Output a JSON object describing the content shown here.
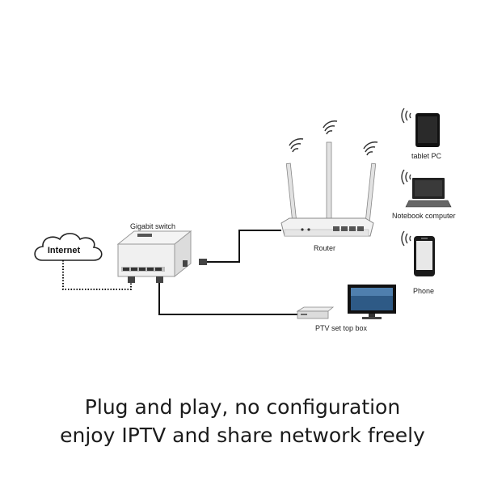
{
  "labels": {
    "internet": "Internet",
    "switch": "Gigabit switch",
    "router": "Router",
    "tablet": "tablet PC",
    "notebook": "Notebook computer",
    "phone": "Phone",
    "settop": "PTV set top box"
  },
  "caption": {
    "line1": "Plug and play, no configuration",
    "line2": "enjoy IPTV and share network freely"
  }
}
